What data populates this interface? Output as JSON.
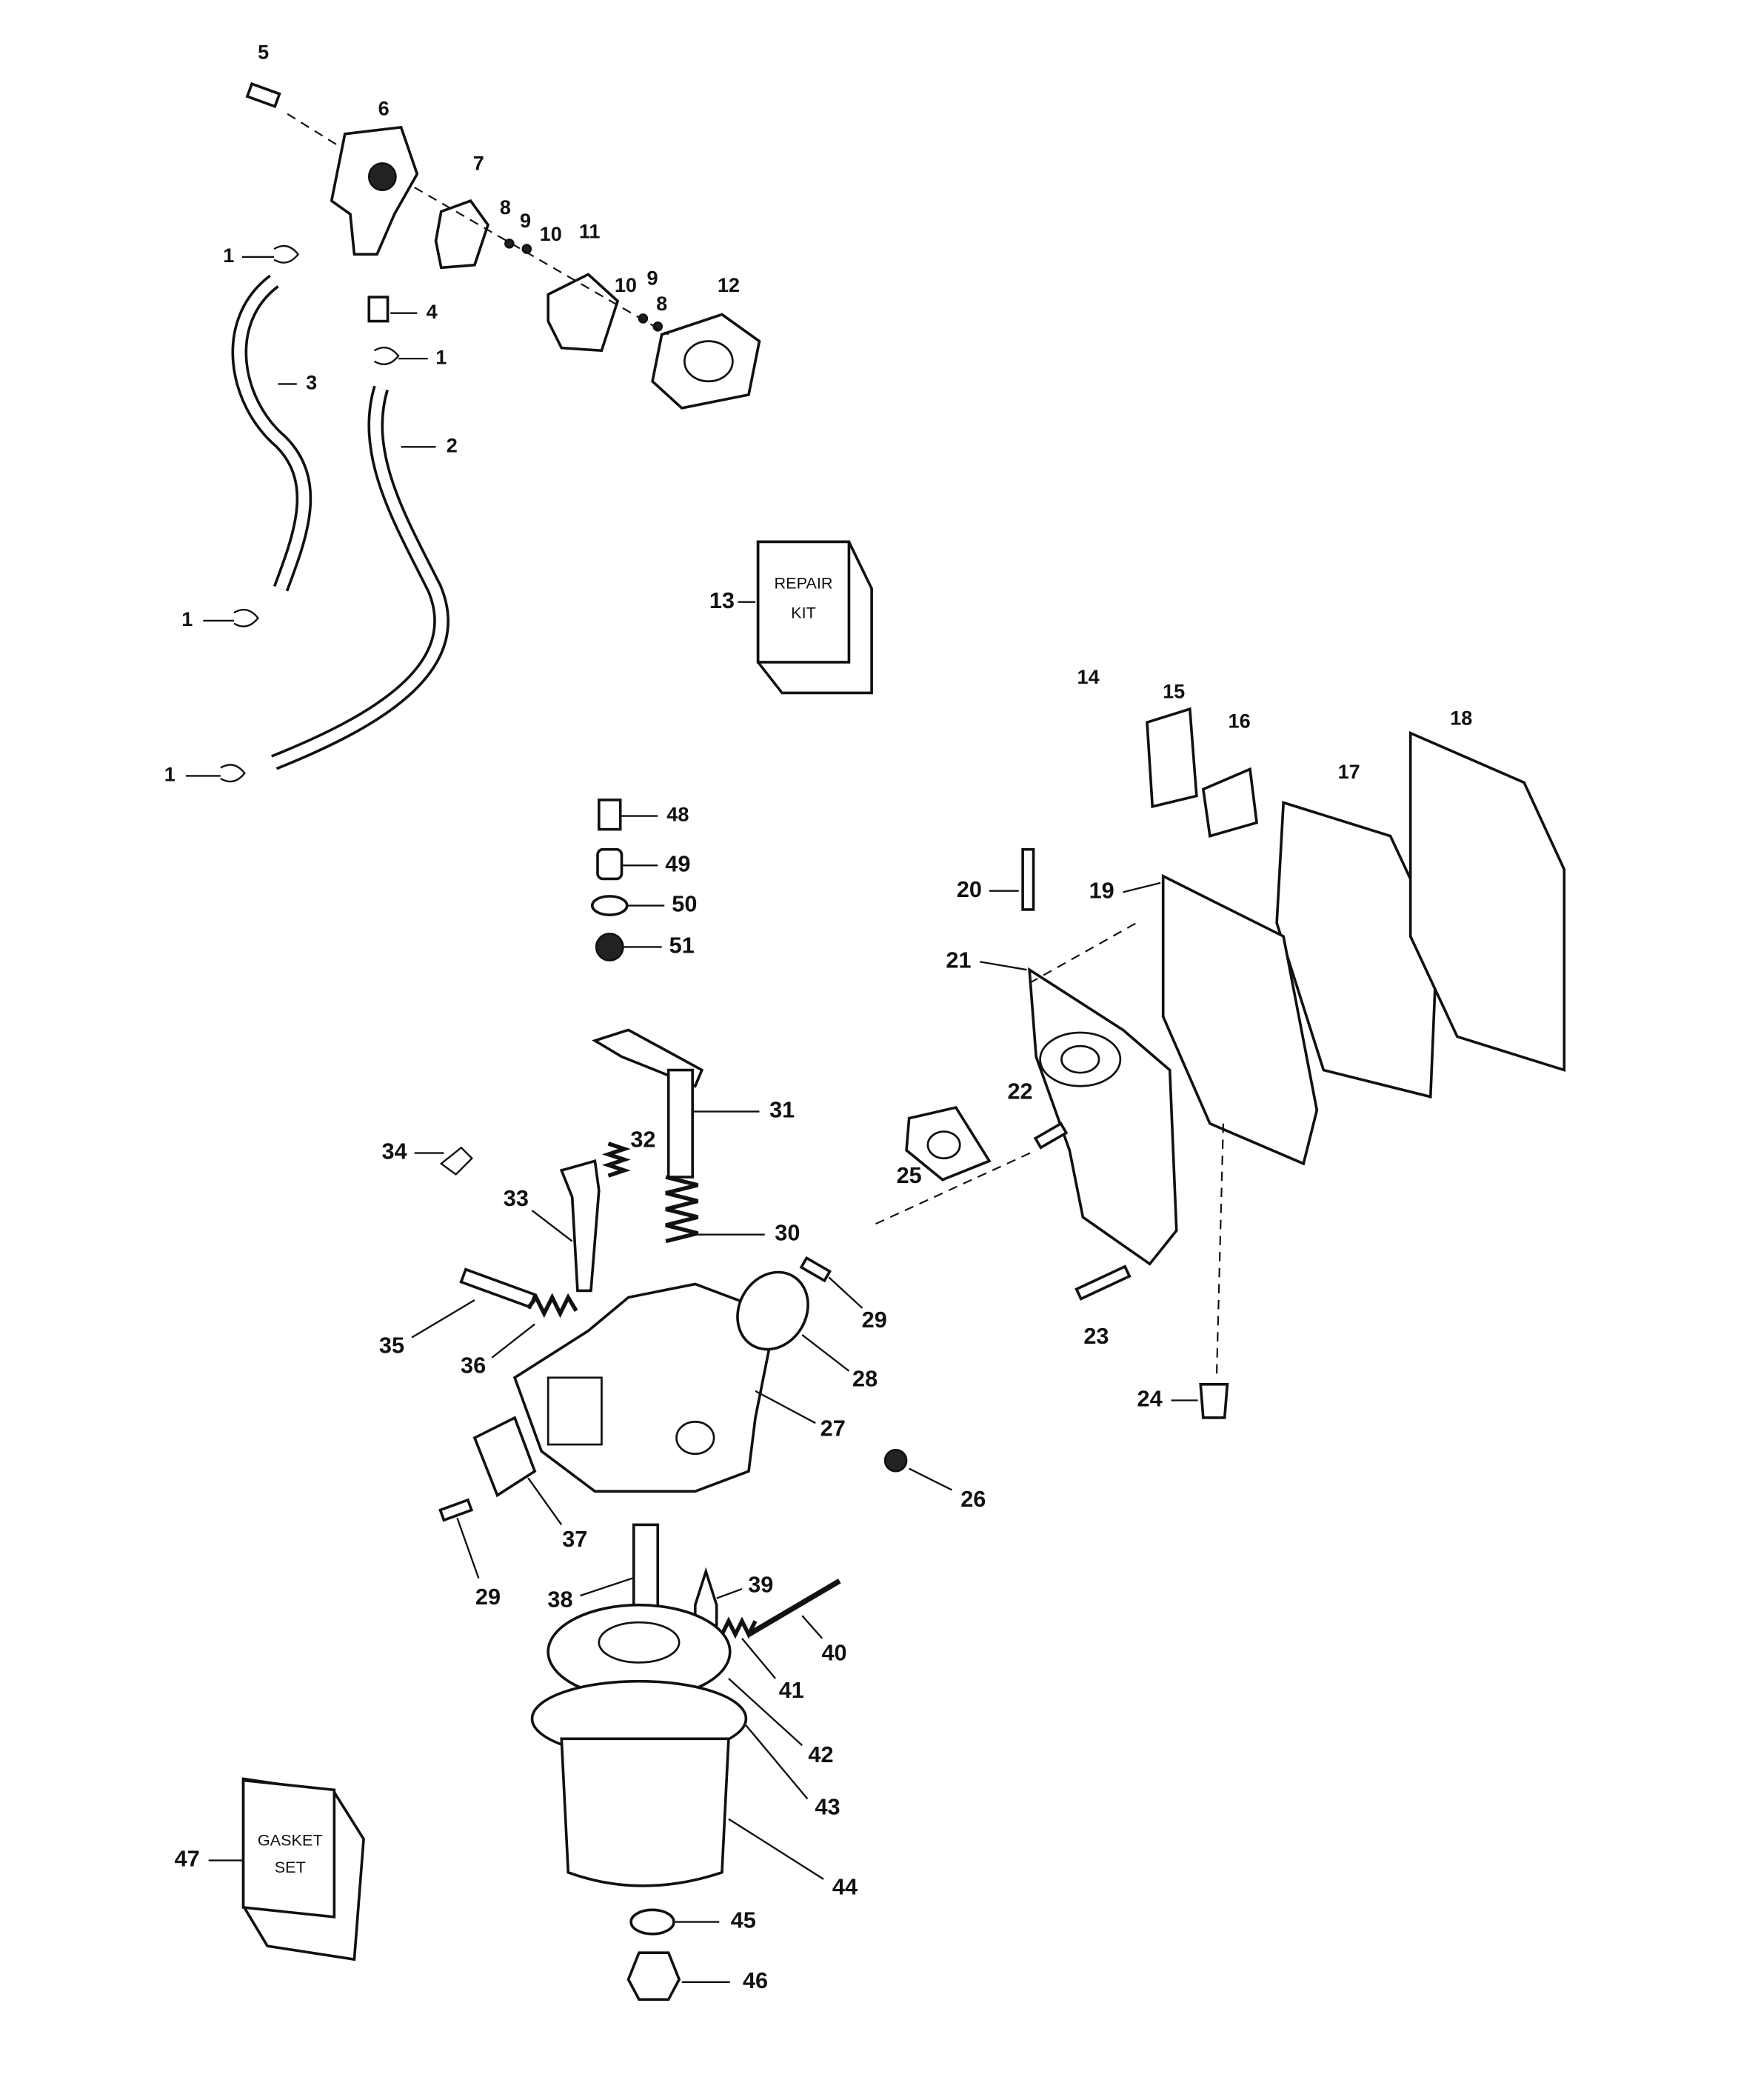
{
  "diagram": {
    "type": "exploded parts diagram",
    "callouts": [
      "5",
      "6",
      "7",
      "8",
      "9",
      "10",
      "11",
      "1",
      "4",
      "1",
      "3",
      "2",
      "12",
      "10",
      "9",
      "8",
      "13",
      "1",
      "1",
      "14",
      "15",
      "16",
      "17",
      "18",
      "48",
      "49",
      "50",
      "51",
      "20",
      "19",
      "21",
      "31",
      "22",
      "32",
      "34",
      "25",
      "33",
      "30",
      "29",
      "23",
      "35",
      "36",
      "28",
      "24",
      "27",
      "26",
      "37",
      "29",
      "38",
      "39",
      "40",
      "41",
      "42",
      "43",
      "47",
      "44",
      "45",
      "46"
    ],
    "repair_kit": {
      "line1": "REPAIR",
      "line2": "KIT"
    },
    "gasket_set": {
      "line1": "GASKET",
      "line2": "SET"
    },
    "colors": {
      "ink": "#111111",
      "background": "#ffffff"
    }
  }
}
